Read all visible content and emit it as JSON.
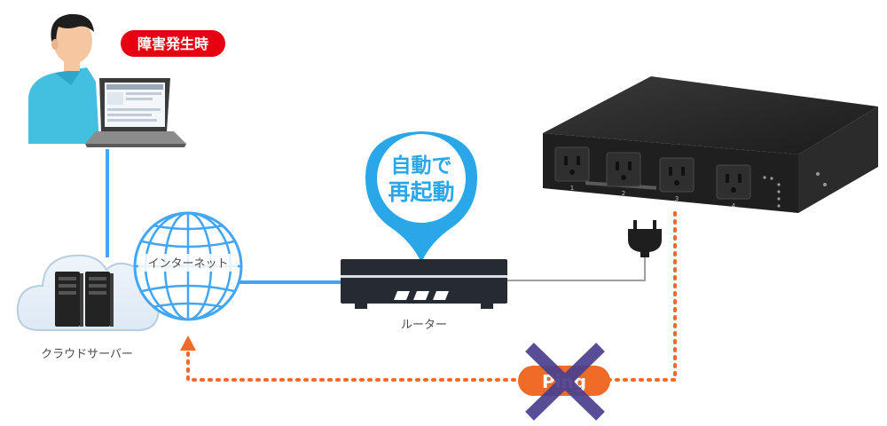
{
  "badges": {
    "failure": "障害発生時",
    "auto_restart_line1": "自動で",
    "auto_restart_line2": "再起動",
    "ping": "Ping"
  },
  "labels": {
    "internet": "インターネット",
    "router": "ルーター",
    "cloud_server": "クラウドサーバー"
  },
  "device": {
    "outlets": [
      "1",
      "2",
      "3",
      "4"
    ]
  },
  "colors": {
    "failure_badge": "#e60012",
    "pin_blue": "#2aa7e8",
    "line_blue": "#42a5f5",
    "ping_orange": "#f06a28",
    "ping_cross": "#4a3f8f",
    "dark_device": "#1f1f1f",
    "label_text": "#4a4a4a"
  }
}
